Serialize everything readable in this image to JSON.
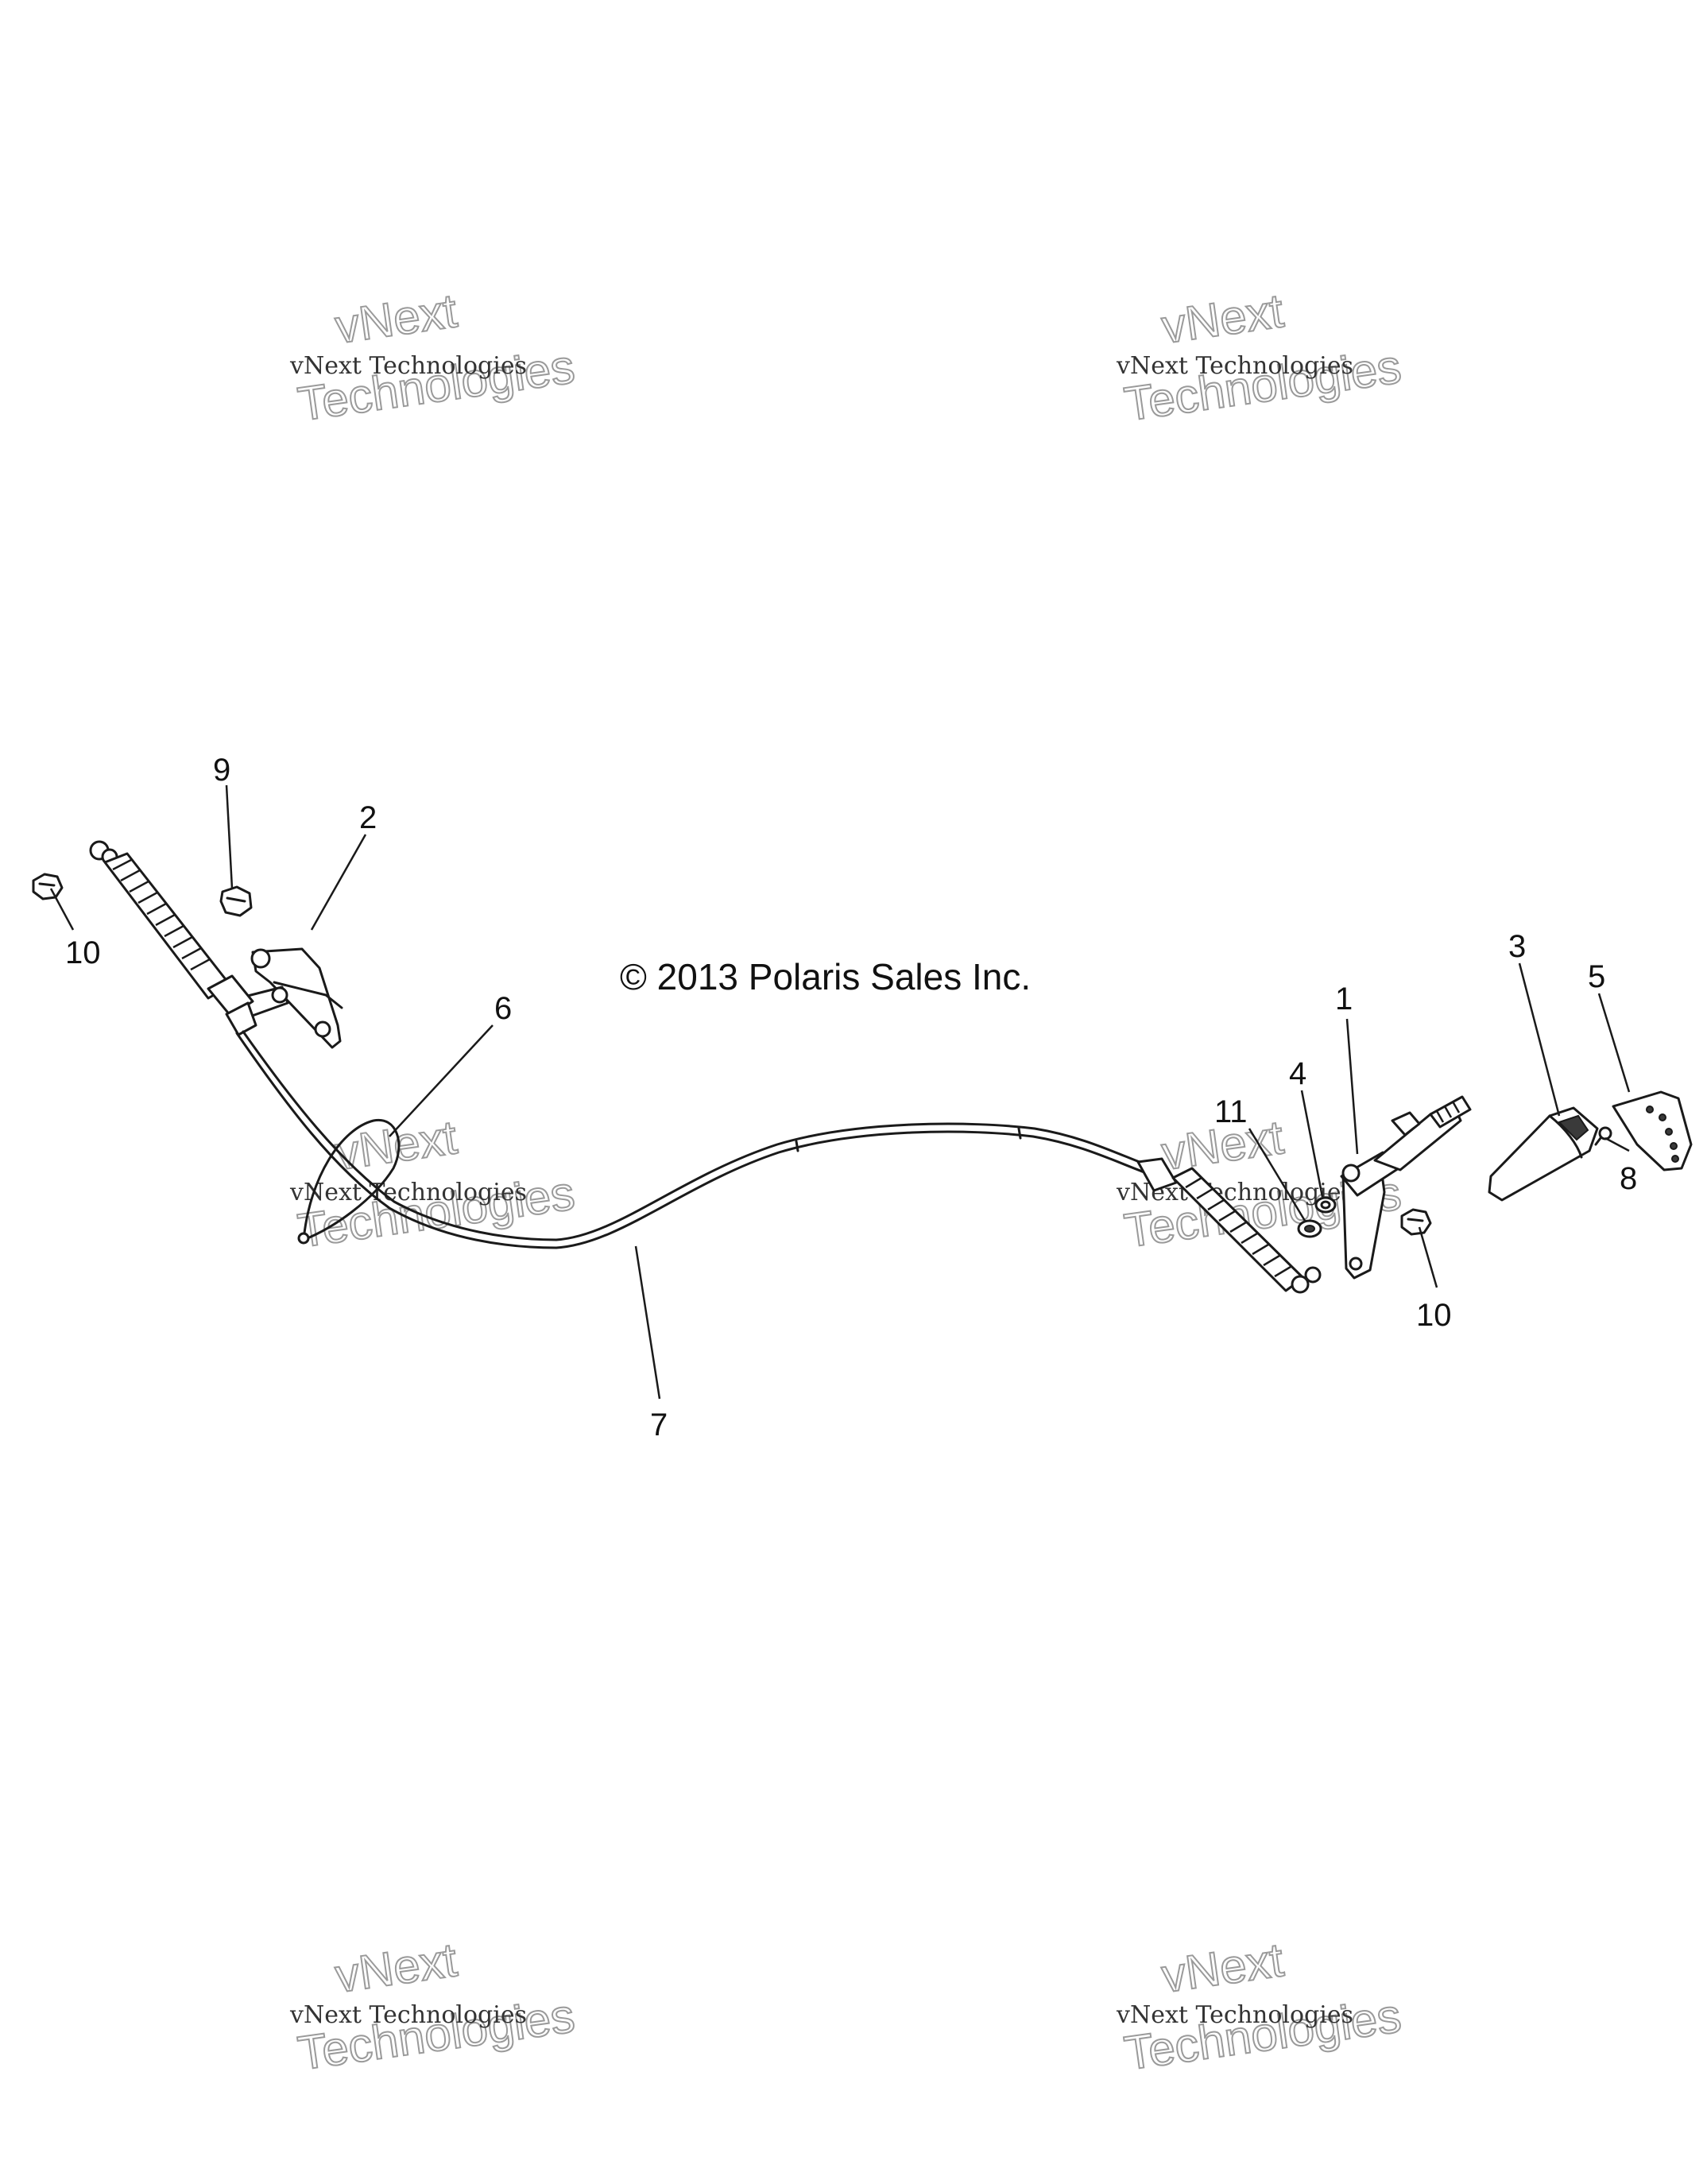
{
  "copyright": "© 2013 Polaris Sales Inc.",
  "watermark": {
    "line1": "vNext Technologies",
    "line2": "vNext",
    "line3": "Technologies"
  },
  "callouts": [
    {
      "id": "c1",
      "label": "1"
    },
    {
      "id": "c2",
      "label": "2"
    },
    {
      "id": "c3",
      "label": "3"
    },
    {
      "id": "c4",
      "label": "4"
    },
    {
      "id": "c5",
      "label": "5"
    },
    {
      "id": "c6",
      "label": "6"
    },
    {
      "id": "c7",
      "label": "7"
    },
    {
      "id": "c8",
      "label": "8"
    },
    {
      "id": "c9",
      "label": "9"
    },
    {
      "id": "c10a",
      "label": "10"
    },
    {
      "id": "c10b",
      "label": "10"
    },
    {
      "id": "c11",
      "label": "11"
    }
  ]
}
